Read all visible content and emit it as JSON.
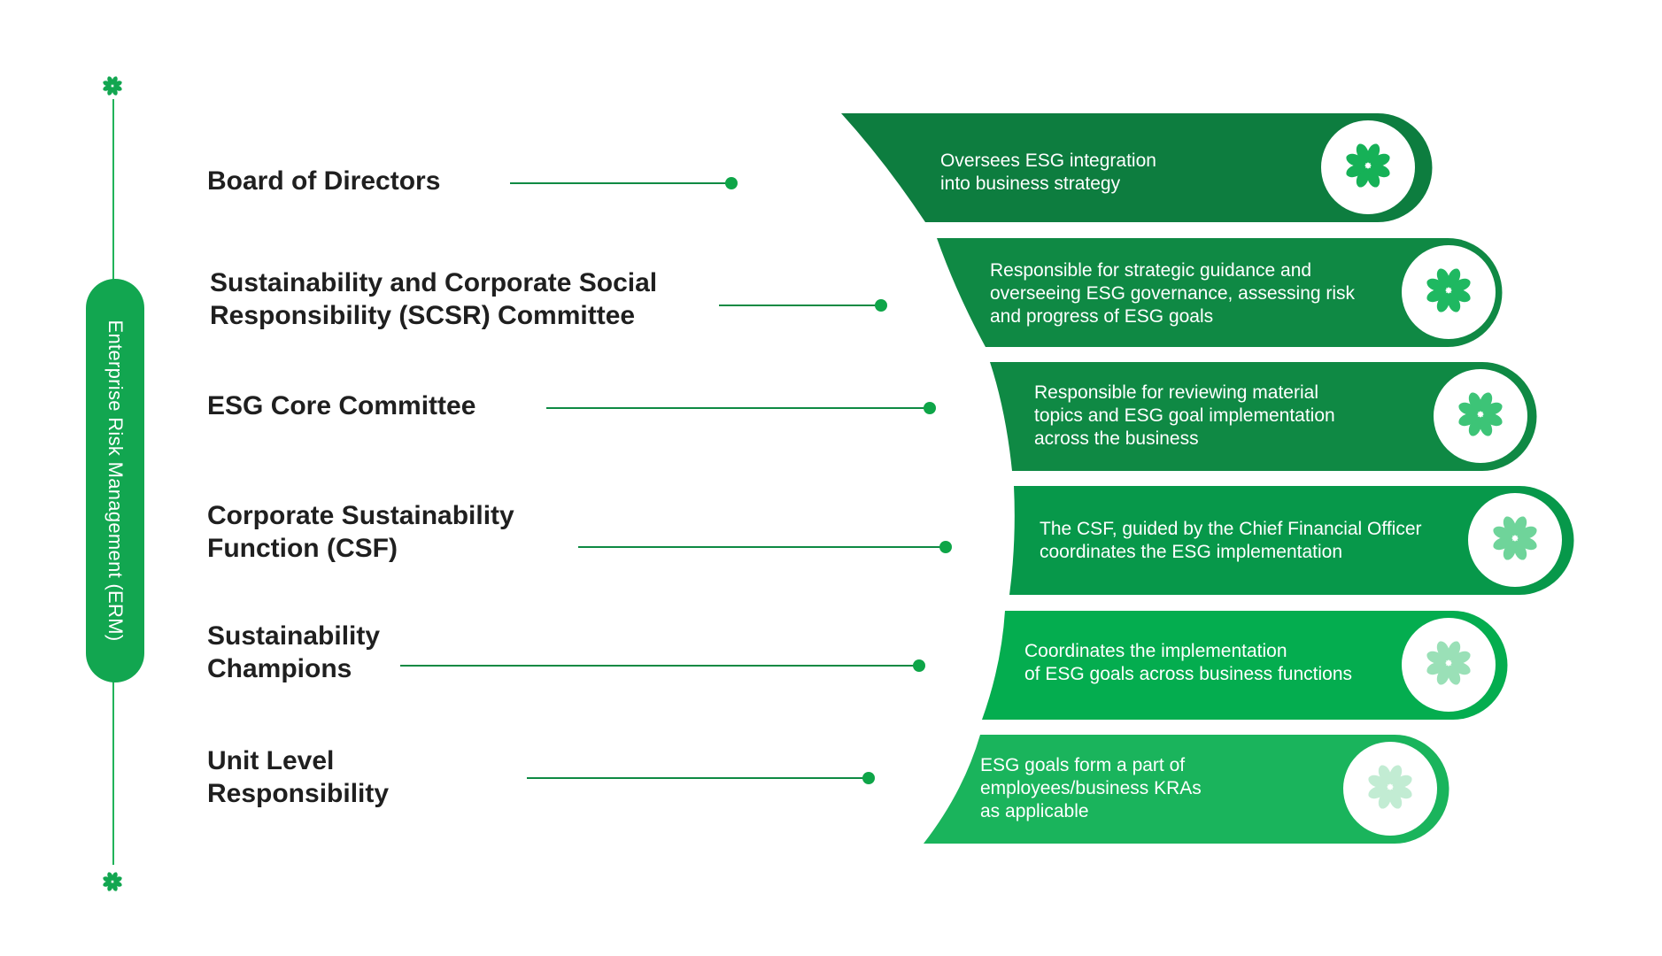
{
  "sidebar": {
    "title": "Enterprise Risk Management (ERM)",
    "accent_color": "#12a650",
    "top_icon": "clover-icon",
    "bottom_icon": "clover-icon"
  },
  "levels": [
    {
      "label": "Board of Directors",
      "description": "Oversees ESG integration\n into business strategy",
      "band_color": "#0d7d3f",
      "icon": "clover-icon",
      "icon_color": "#16b157"
    },
    {
      "label": "Sustainability and Corporate Social\nResponsibility (SCSR) Committee",
      "description": "Responsible for strategic guidance and\n overseeing ESG governance, assessing risk\n and progress of ESG goals",
      "band_color": "#0f8944",
      "icon": "clover-icon",
      "icon_color": "#1fb861"
    },
    {
      "label": "ESG Core Committee",
      "description": "Responsible for reviewing material\n topics and ESG goal implementation\n across the business",
      "band_color": "#0f8944",
      "icon": "clover-icon",
      "icon_color": "#3dc477"
    },
    {
      "label": "Corporate Sustainability\nFunction (CSF)",
      "description": "The CSF, guided by the Chief Financial Officer\ncoordinates the ESG implementation",
      "band_color": "#07984a",
      "icon": "clover-icon",
      "icon_color": "#6fd49a"
    },
    {
      "label": "Sustainability\nChampions",
      "description": " Coordinates the implementation\nof ESG goals across business functions",
      "band_color": "#04ad4f",
      "icon": "clover-icon",
      "icon_color": "#9ae0b7"
    },
    {
      "label": "Unit Level\nResponsibility",
      "description": " ESG goals form a part of\n employees/business KRAs\nas applicable",
      "band_color": "#1ab45c",
      "icon": "clover-icon",
      "icon_color": "#c2ecd3"
    }
  ]
}
